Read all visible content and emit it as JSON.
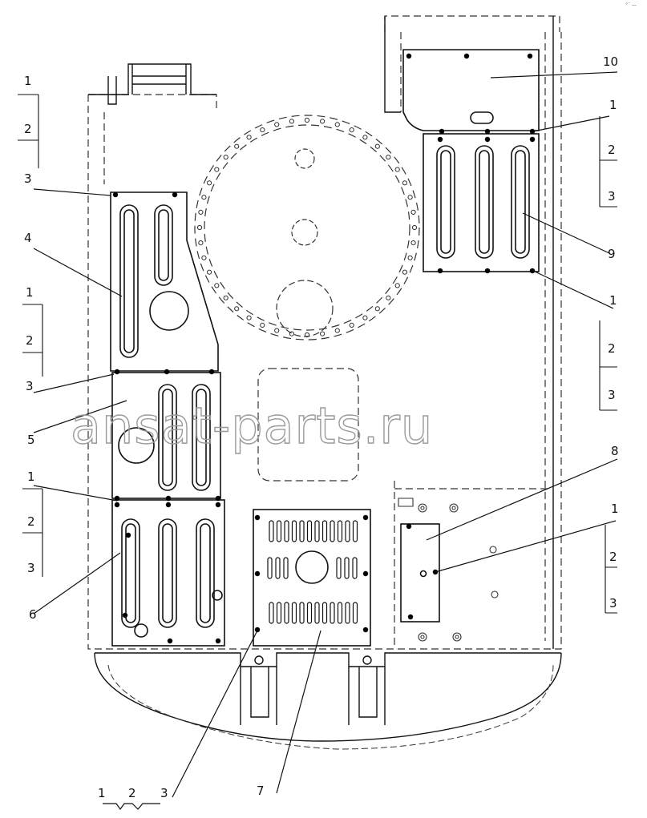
{
  "watermark": "ansat-parts.ru",
  "corner_mark": "°ˉ —",
  "callouts": {
    "c1": "1",
    "c2": "2",
    "c3": "3",
    "c4": "4",
    "c5": "5",
    "c6": "6",
    "c7": "7",
    "c8": "8",
    "c9": "9",
    "c10": "10"
  },
  "colors": {
    "line": "#111111",
    "dash": "#333333",
    "watermark": "#9a9a9a"
  }
}
